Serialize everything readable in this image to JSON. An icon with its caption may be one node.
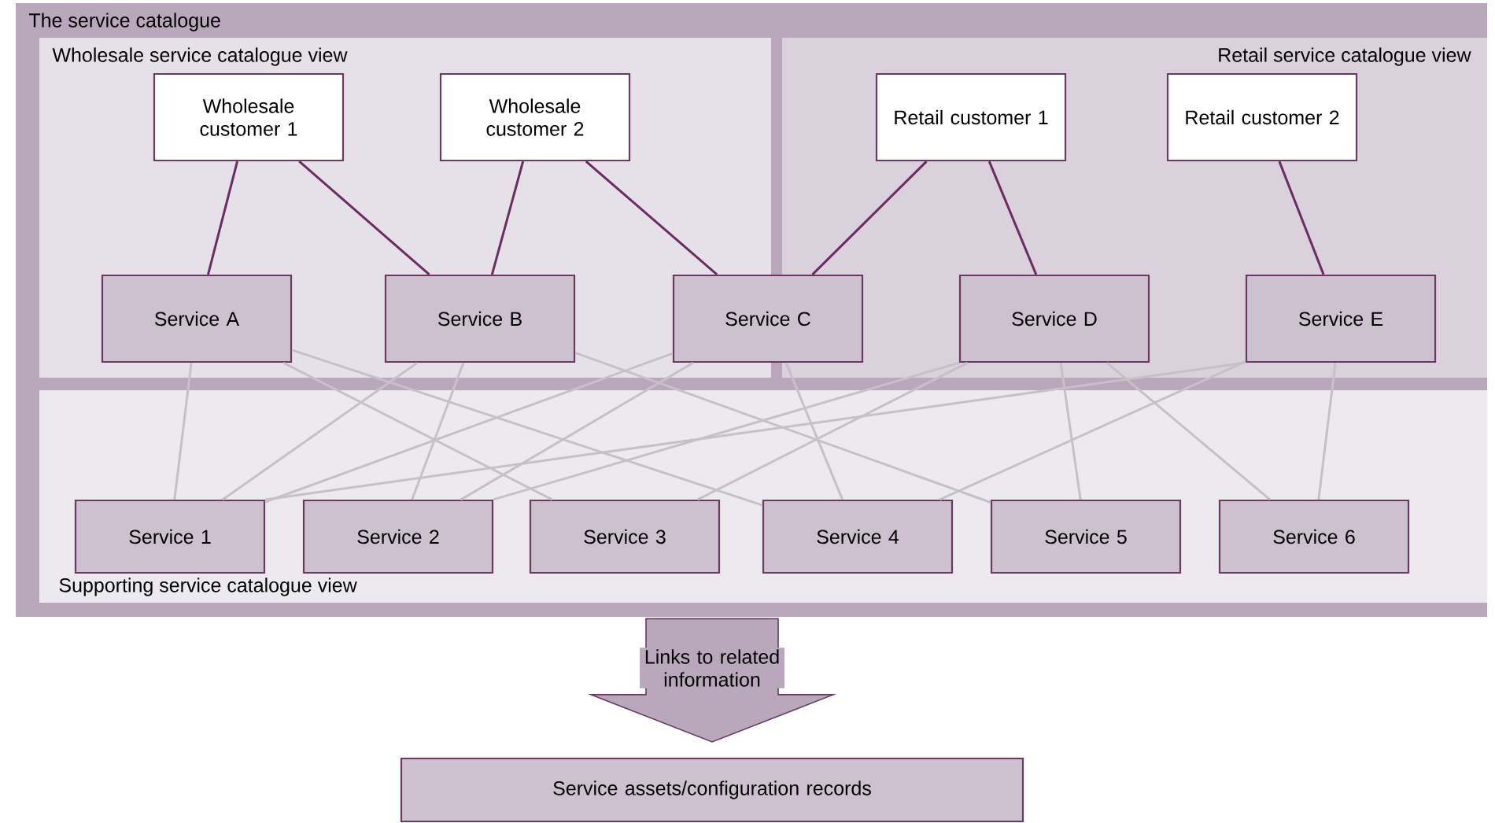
{
  "diagram": {
    "nodes": [
      {
        "text": [
          "The service catalogue"
        ]
      },
      {
        "text": [
          "Wholesale service catalogue view"
        ],
        "in": 0
      },
      {
        "text": [
          "Retail service catalogue view"
        ],
        "in": 0
      },
      {
        "text": [
          "Wholesale customer 1"
        ],
        "in": 1
      },
      {
        "text": [
          "Wholesale customer 2"
        ],
        "in": 1
      },
      {
        "text": [
          "Retail customer 1"
        ],
        "in": 2
      },
      {
        "text": [
          "Retail customer 2"
        ],
        "in": 2
      },
      {
        "text": [
          "Service A"
        ],
        "in": 1
      },
      {
        "text": [
          "Service B"
        ],
        "in": 1
      },
      {
        "text": [
          "Service C"
        ],
        "in": 0
      },
      {
        "text": [
          "Service D"
        ],
        "in": 2
      },
      {
        "text": [
          "Service E"
        ],
        "in": 2
      },
      {
        "text": [
          "Supporting service catalogue view"
        ],
        "in": 0
      },
      {
        "text": [
          "Service 1"
        ],
        "in": 12
      },
      {
        "text": [
          "Service 2"
        ],
        "in": 12
      },
      {
        "text": [
          "Service 3"
        ],
        "in": 12
      },
      {
        "text": [
          "Service 4"
        ],
        "in": 12
      },
      {
        "text": [
          "Service 5"
        ],
        "in": 12
      },
      {
        "text": [
          "Service 6"
        ],
        "in": 12
      },
      {
        "text": [
          "Service assets/configuration records"
        ]
      }
    ],
    "edges": [
      {
        "from": 3,
        "to": 7,
        "arrow": "none",
        "color": "#6b2c63"
      },
      {
        "from": 3,
        "to": 8,
        "arrow": "none",
        "color": "#6b2c63"
      },
      {
        "from": 4,
        "to": 8,
        "arrow": "none",
        "color": "#6b2c63"
      },
      {
        "from": 4,
        "to": 9,
        "arrow": "none",
        "color": "#6b2c63"
      },
      {
        "from": 5,
        "to": 9,
        "arrow": "none",
        "color": "#6b2c63"
      },
      {
        "from": 5,
        "to": 10,
        "arrow": "none",
        "color": "#6b2c63"
      },
      {
        "from": 6,
        "to": 11,
        "arrow": "none",
        "color": "#6b2c63"
      },
      {
        "from": 7,
        "to": 13,
        "arrow": "none"
      },
      {
        "from": 7,
        "to": 15,
        "arrow": "none"
      },
      {
        "from": 7,
        "to": 16,
        "arrow": "none"
      },
      {
        "from": 8,
        "to": 13,
        "arrow": "none"
      },
      {
        "from": 8,
        "to": 14,
        "arrow": "none"
      },
      {
        "from": 8,
        "to": 17,
        "arrow": "none"
      },
      {
        "from": 9,
        "to": 13,
        "arrow": "none"
      },
      {
        "from": 9,
        "to": 14,
        "arrow": "none"
      },
      {
        "from": 9,
        "to": 16,
        "arrow": "none"
      },
      {
        "from": 10,
        "to": 14,
        "arrow": "none"
      },
      {
        "from": 10,
        "to": 15,
        "arrow": "none"
      },
      {
        "from": 10,
        "to": 17,
        "arrow": "none"
      },
      {
        "from": 10,
        "to": 18,
        "arrow": "none"
      },
      {
        "from": 11,
        "to": 13,
        "arrow": "none"
      },
      {
        "from": 11,
        "to": 16,
        "arrow": "none"
      },
      {
        "from": 11,
        "to": 18,
        "arrow": "none"
      },
      {
        "from": 0,
        "to": 19,
        "arrow": "to",
        "label": "Links to related information",
        "style": "thick",
        "color": "#b9a8bb"
      }
    ]
  }
}
